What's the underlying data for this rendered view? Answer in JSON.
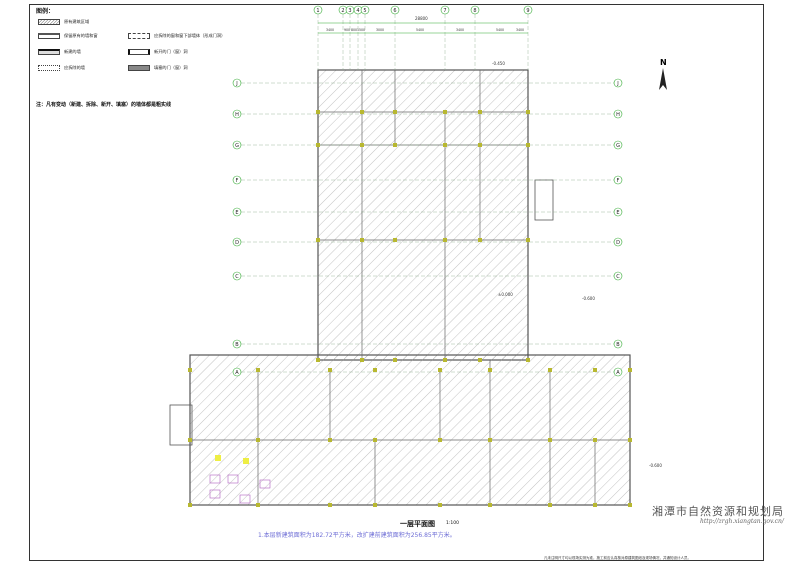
{
  "legend": {
    "title": "图例：",
    "items": [
      {
        "label": "原有建筑区域"
      },
      {
        "label": "保留原有的墙和窗"
      },
      {
        "label": "应拆除的窗和窗下部墙体（形成门洞）"
      },
      {
        "label": "新建的墙"
      },
      {
        "label": "新开的门（窗）洞"
      },
      {
        "label": "应拆除的墙"
      },
      {
        "label": "填塞的门（窗）洞"
      }
    ],
    "note": "注：凡有变动（新建、拆除、新开、填塞）的墙体都是粗实线"
  },
  "north_arrow": "N",
  "column_axes": [
    "1",
    "2",
    "3",
    "4",
    "5",
    "6",
    "7",
    "8",
    "9"
  ],
  "row_axes": [
    "J",
    "H",
    "G",
    "F",
    "E",
    "D",
    "C",
    "B",
    "A"
  ],
  "top_dimensions": [
    "3400",
    "900",
    "800",
    "1500",
    "3000",
    "5400",
    "3400",
    "5400",
    "3400",
    "28800"
  ],
  "elevations": [
    "-0.450",
    "±0.000",
    "-0.600",
    "-0.600"
  ],
  "drawing_title": "一层平面图",
  "scale": "1:100",
  "area_note": "1.本层新建筑面积为182.72平方米，改扩建前建筑面积为256.85平方米。",
  "footnote": "凡未注明尺寸均以现场实测为准，施工前应认真核对原建筑图纸及现场情况，并通知设计人员。",
  "watermark": "湘潭市自然资源和规划局",
  "watermark_url": "http://zrgh.xiangtan.gov.cn/"
}
